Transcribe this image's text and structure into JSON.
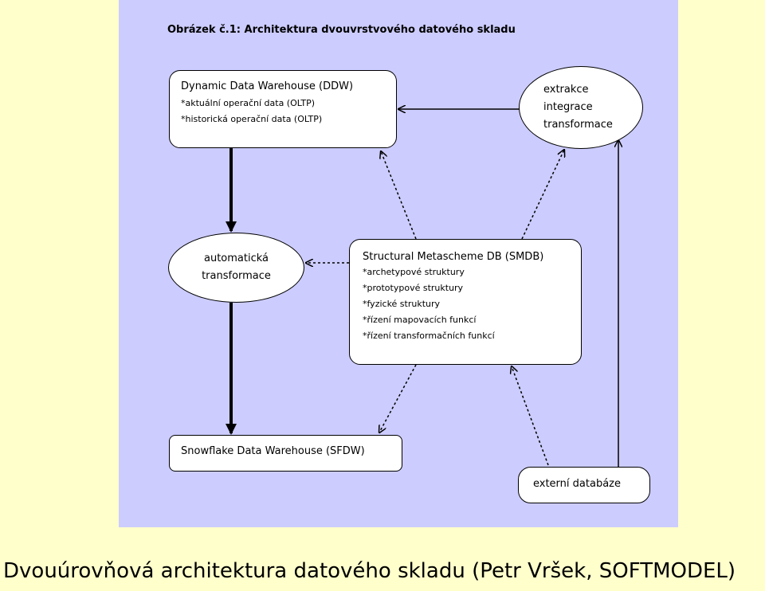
{
  "figure_title": "Obrázek č.1: Architektura dvouvrstvového datového skladu",
  "nodes": {
    "ddw": {
      "title": "Dynamic Data Warehouse (DDW)",
      "items": [
        "*aktuální operační data (OLTP)",
        "*historická operační data (OLTP)"
      ]
    },
    "eit": {
      "lines": [
        "extrakce",
        "integrace",
        "transformace"
      ]
    },
    "auto": {
      "lines": [
        "automatická",
        "transformace"
      ]
    },
    "smdb": {
      "title": "Structural Metascheme DB (SMDB)",
      "items": [
        "*archetypové struktury",
        "*prototypové struktury",
        "*fyzické struktury",
        "*řízení mapovacích funkcí",
        "*řízení transformačních funkcí"
      ]
    },
    "sfdw": {
      "title": "Snowflake Data Warehouse (SFDW)"
    },
    "ext": {
      "title": "externí databáze"
    }
  },
  "caption": "Dvouúrovňová architektura datového skladu (Petr Vršek, SOFTMODEL)",
  "colors": {
    "background": "#ffffcc",
    "figure_background": "#ccccff",
    "node_fill": "#ffffff",
    "line": "#000000"
  }
}
